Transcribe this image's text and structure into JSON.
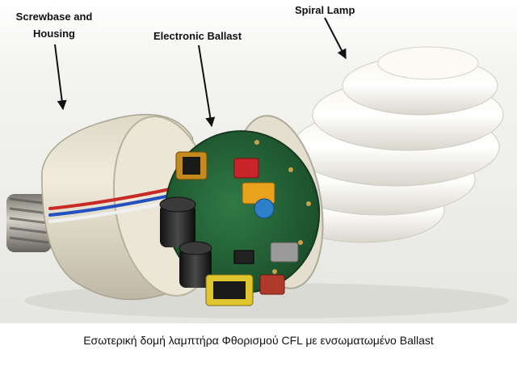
{
  "labels": {
    "screwbase_line1": "Screwbase and",
    "screwbase_line2": "Housing",
    "ballast": "Electronic Ballast",
    "spiral": "Spiral Lamp"
  },
  "caption": "Εσωτερική δομή λαμπτήρα Φθορισμού CFL με ενσωματωμένο Ballast"
}
